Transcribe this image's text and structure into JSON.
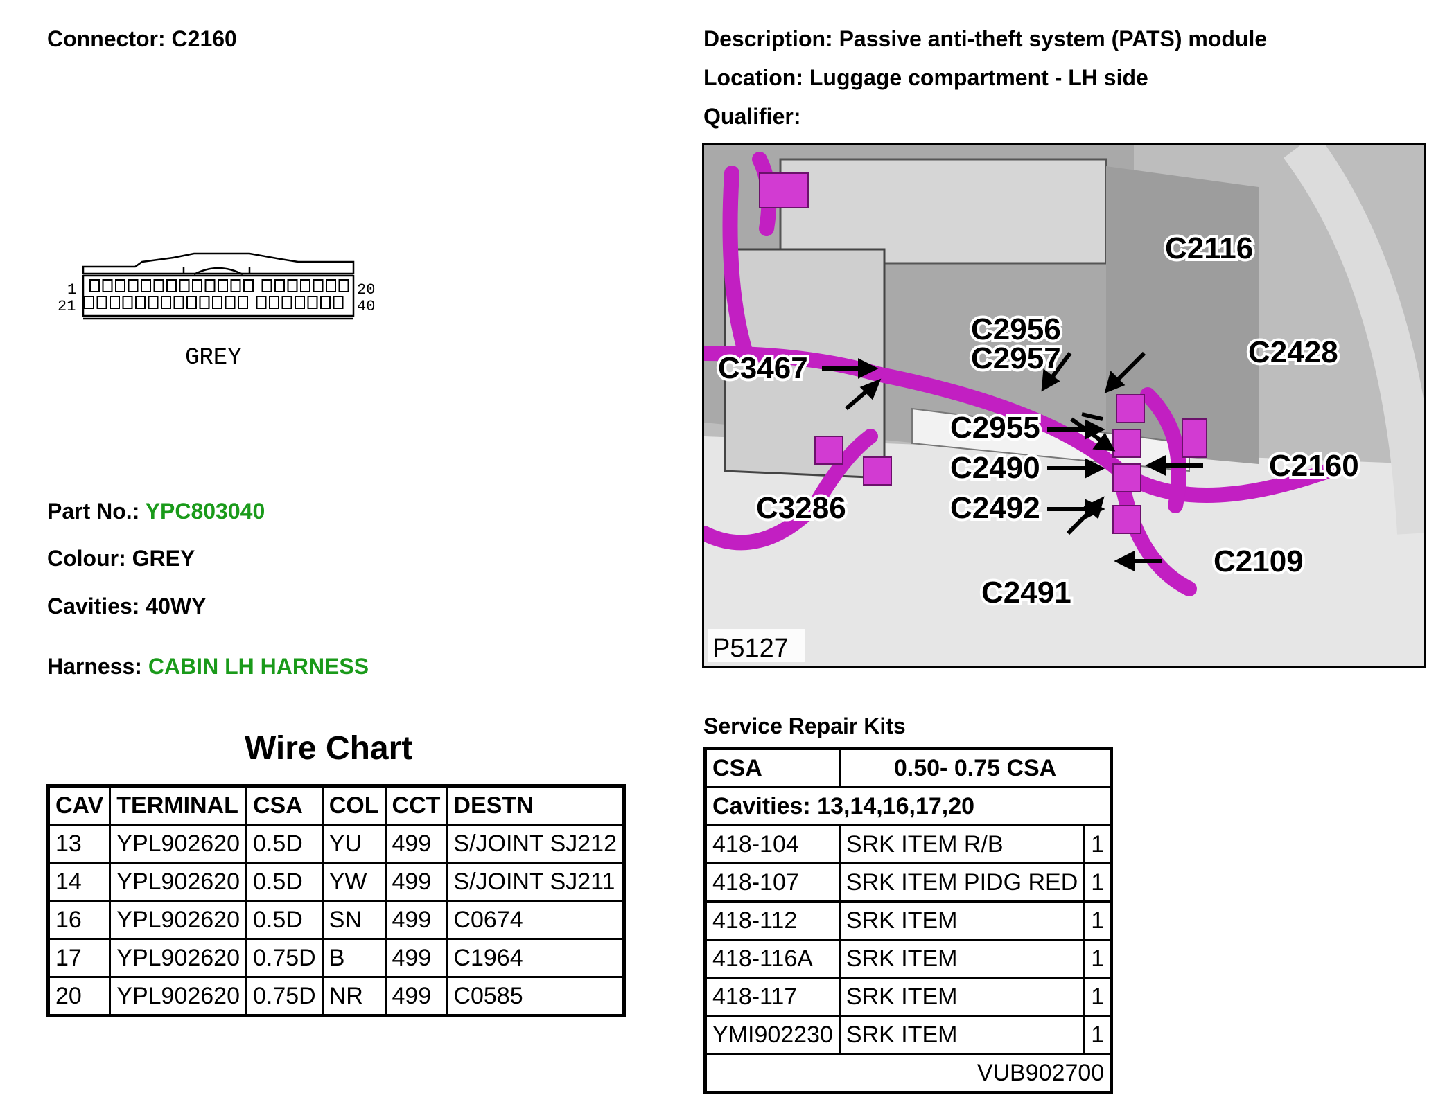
{
  "header": {
    "connector_label": "Connector:",
    "connector_value": "C2160",
    "description_label": "Description:",
    "description_value": "Passive anti-theft system (PATS) module",
    "location_label": "Location:",
    "location_value": "Luggage compartment - LH side",
    "qualifier_label": "Qualifier:"
  },
  "details": {
    "part_no_label": "Part No.:",
    "part_no_value": "YPC803040",
    "colour_label": "Colour:",
    "colour_value": "GREY",
    "cavities_label": "Cavities:",
    "cavities_value": "40WY",
    "harness_label": "Harness:",
    "harness_value": "CABIN LH HARNESS"
  },
  "connector_drawing": {
    "pin_top_left": "1",
    "pin_bottom_left": "21",
    "pin_top_right": "20",
    "pin_bottom_right": "40",
    "colour_text": "GREY"
  },
  "photo": {
    "id": "P5127",
    "callouts": [
      "C2116",
      "C2956",
      "C2957",
      "C3467",
      "C2428",
      "C2955",
      "C2160",
      "C2490",
      "C3286",
      "C2492",
      "C2109",
      "C2491"
    ]
  },
  "wire_chart": {
    "title": "Wire Chart",
    "headers": [
      "CAV",
      "TERMINAL",
      "CSA",
      "COL",
      "CCT",
      "DESTN"
    ],
    "rows": [
      [
        "13",
        "YPL902620",
        "0.5D",
        "YU",
        "499",
        "S/JOINT SJ212"
      ],
      [
        "14",
        "YPL902620",
        "0.5D",
        "YW",
        "499",
        "S/JOINT SJ211"
      ],
      [
        "16",
        "YPL902620",
        "0.5D",
        "SN",
        "499",
        "C0674"
      ],
      [
        "17",
        "YPL902620",
        "0.75D",
        "B",
        "499",
        "C1964"
      ],
      [
        "20",
        "YPL902620",
        "0.75D",
        "NR",
        "499",
        "C0585"
      ]
    ]
  },
  "service_repair_kits": {
    "title": "Service Repair Kits",
    "csa_label": "CSA",
    "csa_value": "0.50- 0.75 CSA",
    "cavities_text": "Cavities: 13,14,16,17,20",
    "rows": [
      [
        "418-104",
        "SRK ITEM R/B",
        "1"
      ],
      [
        "418-107",
        "SRK ITEM PIDG RED",
        "1"
      ],
      [
        "418-112",
        "SRK ITEM",
        "1"
      ],
      [
        "418-116A",
        "SRK ITEM",
        "1"
      ],
      [
        "418-117",
        "SRK ITEM",
        "1"
      ],
      [
        "YMI902230",
        "SRK ITEM",
        "1"
      ]
    ],
    "footer": "VUB902700"
  },
  "colors": {
    "accent_green": "#1a9a1a",
    "harness_magenta": "#c21fc2"
  }
}
